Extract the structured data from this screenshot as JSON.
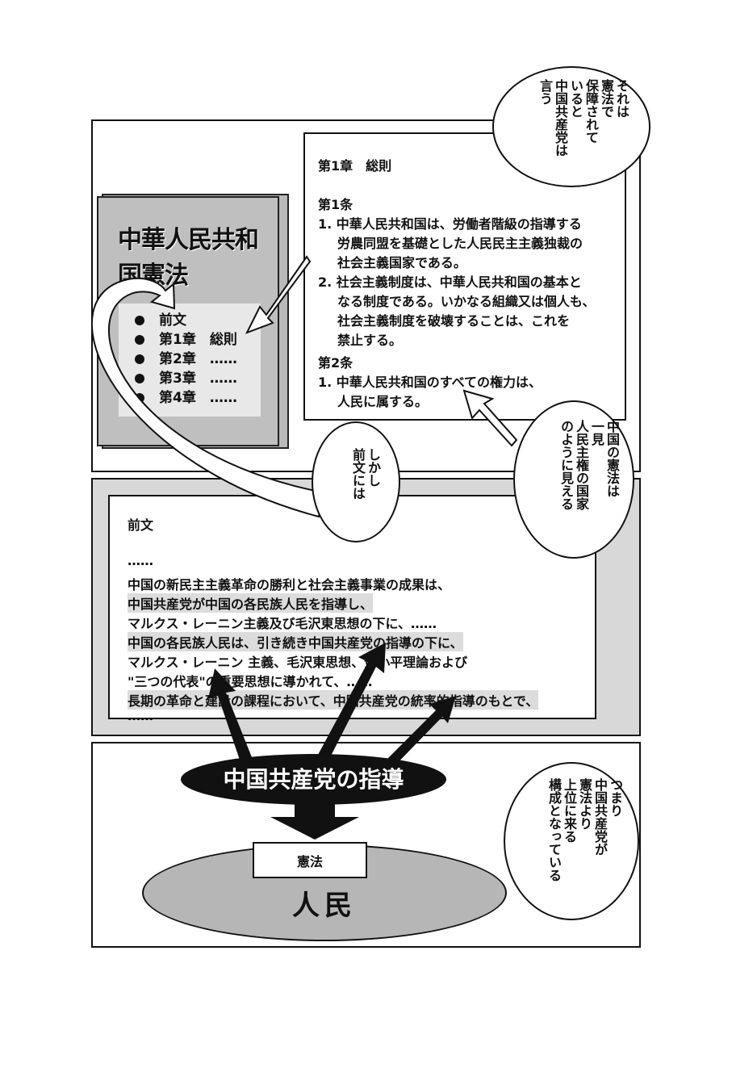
{
  "book": {
    "title": "中華人民共和国憲法",
    "toc": [
      "前文",
      "第1章　総則",
      "第2章　……",
      "第3章　……",
      "第4章　……"
    ]
  },
  "article": {
    "lines": [
      "第1章　総則",
      "第1条",
      "1. 中華人民共和国は、労働者階級の指導する",
      "労農同盟を基礎とした人民民主主義独裁の",
      "社会主義国家である。",
      "2. 社会主義制度は、中華人民共和国の基本と",
      "なる制度である。いかなる組織又は個人も、",
      "社会主義制度を破壊することは、これを",
      "禁止する。",
      "第2条",
      "1. 中華人民共和国のすべての権力は、",
      "人民に属する。"
    ]
  },
  "bubbles": {
    "top": "それは\n憲法で\n保障されて\nいると\n中国共産党は\n言う",
    "middle_right": "中国の憲法は\n一見\n人民主権の国家\nのように見える",
    "preamble": "しかし\n前文には",
    "bottom": "つまり\n中国共産党が\n憲法より\n上位に来る\n構成となっている"
  },
  "preamble": {
    "title": "前文",
    "lines": [
      "……",
      "中国の新民主主義革命の勝利と社会主義事業の成果は、",
      "中国共産党が中国の各民族人民を指導し、",
      "マルクス・レーニン主義及び毛沢東思想の下に、……",
      "中国の各民族人民は、引き続き中国共産党の指導の下に、",
      "マルクス・レーニン 主義、毛沢東思想、鄧小平理論および",
      "\"三つの代表\"の重要思想に導かれて、……",
      "長期の革命と建設の課程において、中国共産党の統率的指導のもとで、",
      "……"
    ]
  },
  "diagram": {
    "cpc": "中国共産党の指導",
    "constitution": "憲法",
    "people": "人民"
  }
}
